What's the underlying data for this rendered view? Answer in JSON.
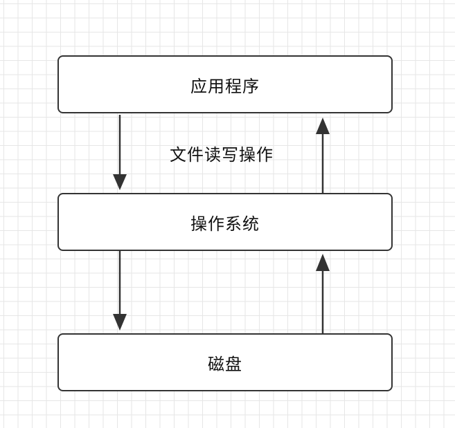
{
  "diagram": {
    "nodes": [
      {
        "id": "app",
        "label": "应用程序"
      },
      {
        "id": "os",
        "label": "操作系统"
      },
      {
        "id": "disk",
        "label": "磁盘"
      }
    ],
    "edge_label": "文件读写操作",
    "colors": {
      "grid": "#e6e6e6",
      "stroke": "#333333",
      "text": "#111111",
      "background": "#ffffff"
    }
  }
}
